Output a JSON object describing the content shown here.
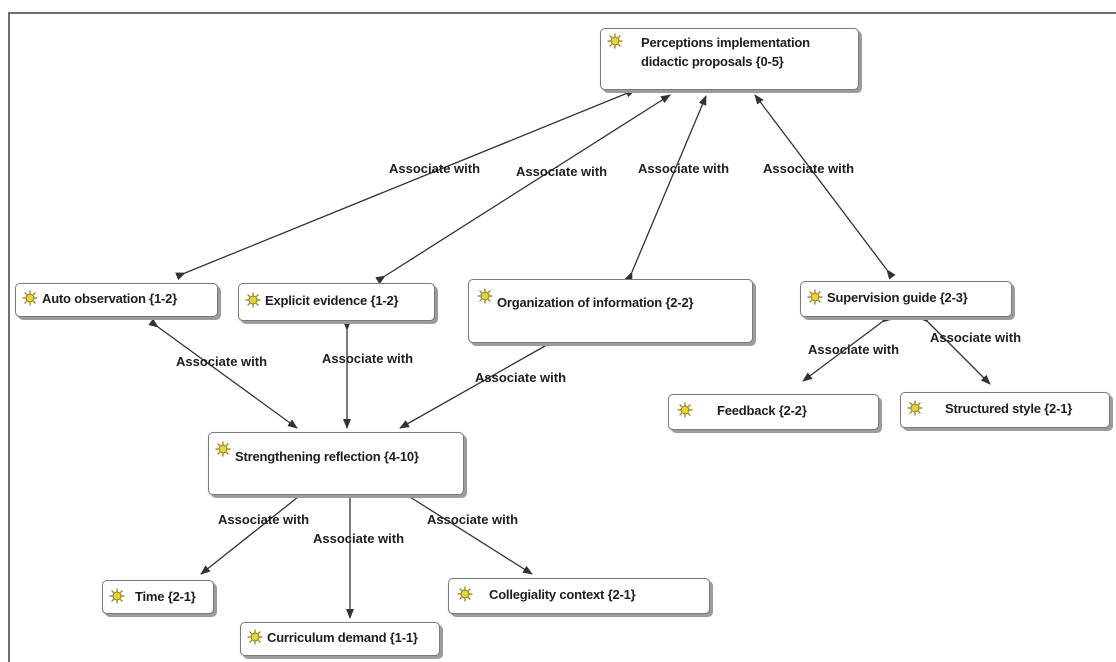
{
  "diagram": {
    "colors": {
      "node_border": "#7a7a7a",
      "edge": "#333333",
      "icon": "#e6d23a",
      "text": "#1e1e1e"
    },
    "node_icon": "code-sun-icon",
    "nodes": {
      "perceptions": "Perceptions implementation didactic proposals {0-5}",
      "auto_observation": "Auto observation {1-2}",
      "explicit_evidence": "Explicit evidence {1-2}",
      "organization": "Organization of information {2-2}",
      "supervision": "Supervision guide {2-3}",
      "feedback": "Feedback {2-2}",
      "structured": "Structured style {2-1}",
      "strengthening": "Strengthening reflection {4-10}",
      "time": "Time {2-1}",
      "curriculum": "Curriculum demand {1-1}",
      "collegiality": "Collegiality context {2-1}"
    },
    "relation_label": "Associate with",
    "edges": [
      {
        "from": "auto_observation",
        "to": "perceptions",
        "label": "Associate with"
      },
      {
        "from": "explicit_evidence",
        "to": "perceptions",
        "label": "Associate with"
      },
      {
        "from": "organization",
        "to": "perceptions",
        "label": "Associate with"
      },
      {
        "from": "supervision",
        "to": "perceptions",
        "label": "Associate with"
      },
      {
        "from": "auto_observation",
        "to": "strengthening",
        "label": "Associate with"
      },
      {
        "from": "explicit_evidence",
        "to": "strengthening",
        "label": "Associate with"
      },
      {
        "from": "organization",
        "to": "strengthening",
        "label": "Associate with"
      },
      {
        "from": "supervision",
        "to": "feedback",
        "label": "Associate with"
      },
      {
        "from": "supervision",
        "to": "structured",
        "label": "Associate with"
      },
      {
        "from": "strengthening",
        "to": "time",
        "label": "Associate with"
      },
      {
        "from": "strengthening",
        "to": "curriculum",
        "label": "Associate with"
      },
      {
        "from": "strengthening",
        "to": "collegiality",
        "label": "Associate with"
      }
    ]
  }
}
